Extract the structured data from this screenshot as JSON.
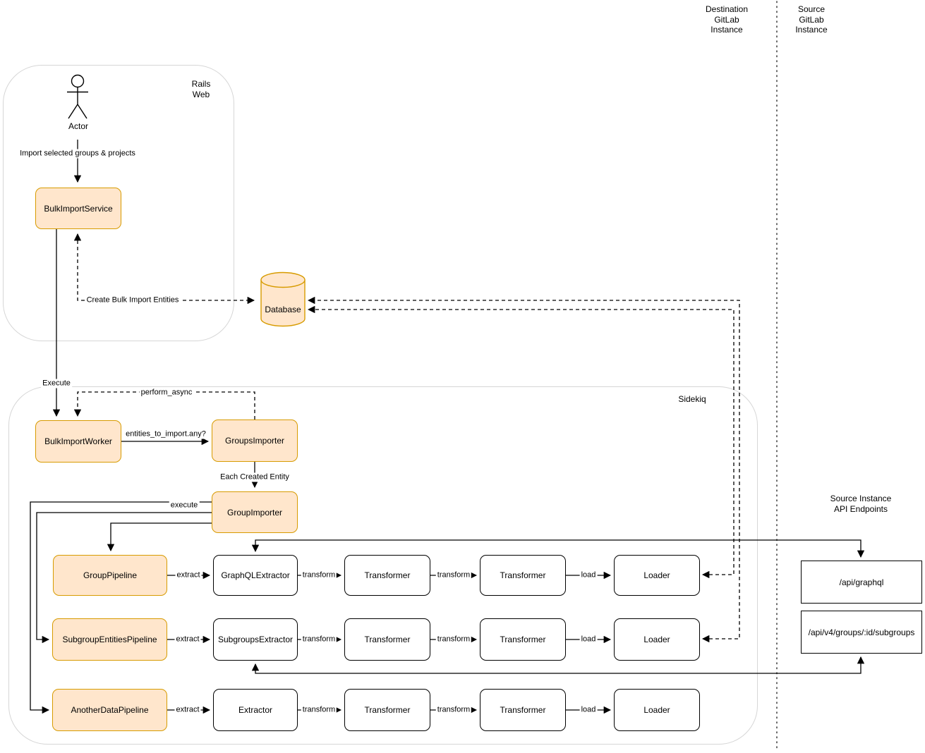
{
  "title_labels": {
    "destination_instance": "Destination\nGitLab\nInstance",
    "source_instance": "Source\nGitLab\nInstance",
    "api_endpoints_title": "Source Instance API Endpoints"
  },
  "containers": {
    "rails_web": "Rails\nWeb",
    "sidekiq": "Sidekiq"
  },
  "actor": {
    "label": "Actor"
  },
  "nodes": {
    "bulk_import_service": "BulkImportService",
    "bulk_import_worker": "BulkImportWorker",
    "groups_importer": "GroupsImporter",
    "group_importer": "GroupImporter",
    "group_pipeline": "GroupPipeline",
    "subgroup_entities_pipeline": "SubgroupEntitiesPipeline",
    "another_data_pipeline": "AnotherDataPipeline",
    "graphql_extractor": "GraphQLExtractor",
    "subgroups_extractor": "SubgroupsExtractor",
    "extractor": "Extractor",
    "transformer": "Transformer",
    "loader": "Loader",
    "database": "Database"
  },
  "endpoints": {
    "graphql": "/api/graphql",
    "subgroups": "/api/v4/groups/:id/subgroups"
  },
  "edges": {
    "import_selected": "Import selected groups & projects",
    "create_bulk_import_entities": "Create Bulk Import Entities",
    "execute": "Execute",
    "perform_async": "perform_async",
    "entities_to_import_any": "entities_to_import.any?",
    "each_created_entity": "Each Created Entity",
    "execute_pipeline": "execute",
    "extract": "extract",
    "transform": "transform",
    "load": "load"
  },
  "colors": {
    "node_fill": "#FFE6CC",
    "node_stroke": "#D79B00",
    "plain_stroke": "#000000",
    "container_stroke": "#D6D6D6",
    "separator": "#444444"
  }
}
